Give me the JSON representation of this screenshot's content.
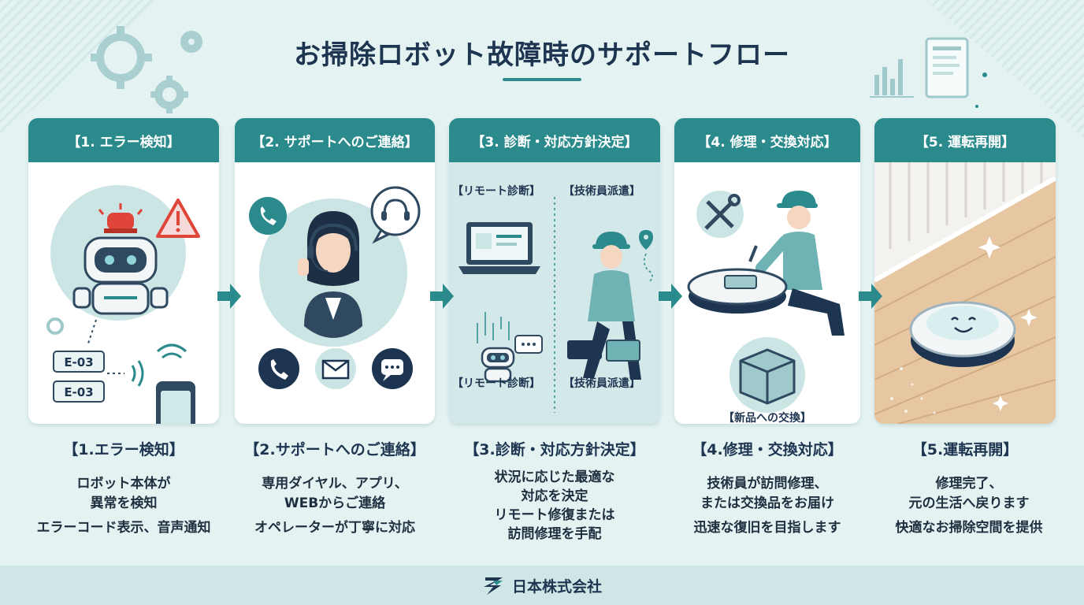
{
  "title": "お掃除ロボット故障時のサポートフロー",
  "steps": [
    {
      "header": "【1. エラー検知】",
      "title": "【1.エラー検知】",
      "lines": [
        "ロボット本体が",
        "異常を検知",
        "エラーコード表示、音声通知"
      ],
      "error_codes": [
        "E-03",
        "E-03"
      ]
    },
    {
      "header": "【2. サポートへのご連絡】",
      "title": "【2.サポートへのご連絡】",
      "lines": [
        "専用ダイヤル、アプリ、",
        "WEBからご連絡",
        "オペレーターが丁寧に対応"
      ]
    },
    {
      "header": "【3. 診断・対応方針決定】",
      "title": "【3.診断・対応方針決定】",
      "lines": [
        "状況に応じた最適な",
        "対応を決定",
        "リモート修復または",
        "訪問修理を手配"
      ],
      "remote_label": "【リモート診断】",
      "visit_label": "【技術員派遣】"
    },
    {
      "header": "【4. 修理・交換対応】",
      "title": "【4.修理・交換対応】",
      "lines": [
        "技術員が訪問修理、",
        "または交換品をお届け",
        "迅速な復旧を目指します"
      ],
      "replace_label": "【新品への交換】"
    },
    {
      "header": "【5. 運転再開】",
      "title": "【5.運転再開】",
      "lines": [
        "修理完了、",
        "元の生活へ戻ります",
        "快適なお掃除空間を提供"
      ]
    }
  ],
  "footer": {
    "company": "日本株式会社"
  },
  "colors": {
    "accent": "#2a8a8c",
    "dark": "#1d3550",
    "background": "#e4f2f2",
    "alert": "#e0453a"
  }
}
